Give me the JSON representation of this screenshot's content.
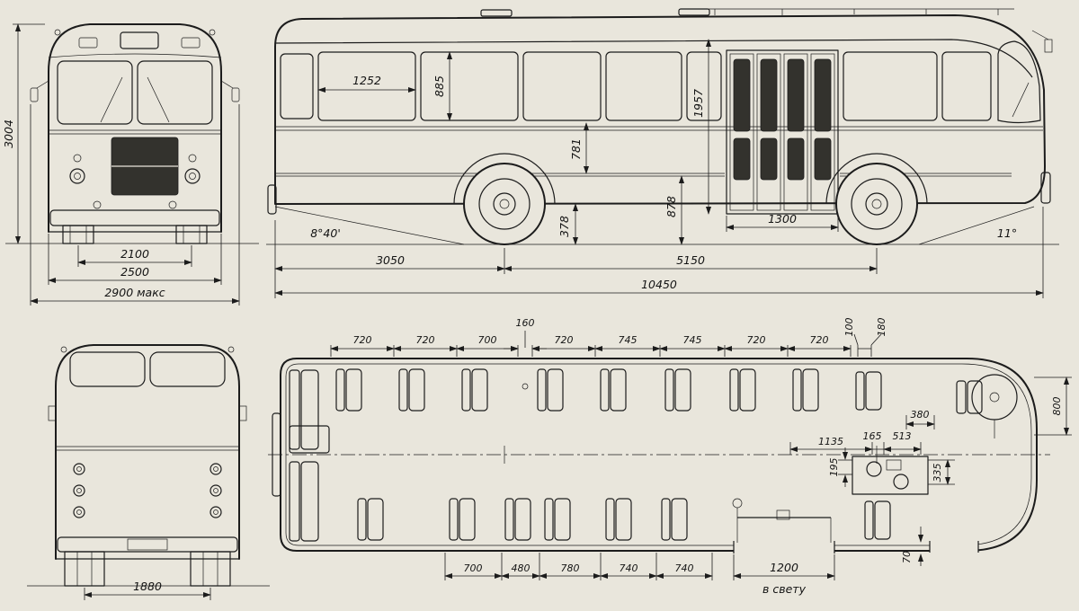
{
  "front_view": {
    "height": "3004",
    "wheel_track": "2100",
    "body_width": "2500",
    "max_width": "2900 макс"
  },
  "side_view": {
    "window_width": "1252",
    "window_height": "885",
    "door_height": "1957",
    "sill_height": "781",
    "floor_height": "878",
    "clearance": "378",
    "door_width": "1300",
    "rear_angle": "8°40'",
    "front_angle": "11°",
    "rear_section": "3050",
    "wheelbase": "5150",
    "overall_length": "10450"
  },
  "rear_view": {
    "wheel_track": "1880"
  },
  "plan_view": {
    "seat_pitch_top": [
      "720",
      "720",
      "700",
      "160",
      "720",
      "745",
      "745",
      "720",
      "720"
    ],
    "seat_pitch_bottom": [
      "700",
      "480",
      "780",
      "740",
      "740"
    ],
    "right_dims": {
      "d100": "100",
      "d180": "180",
      "d380": "380",
      "d800": "800",
      "d1135": "1135",
      "d165": "165",
      "d513": "513",
      "d195": "195",
      "d335": "335",
      "d70": "70"
    },
    "door_opening": "1200",
    "door_note": "в свету"
  }
}
